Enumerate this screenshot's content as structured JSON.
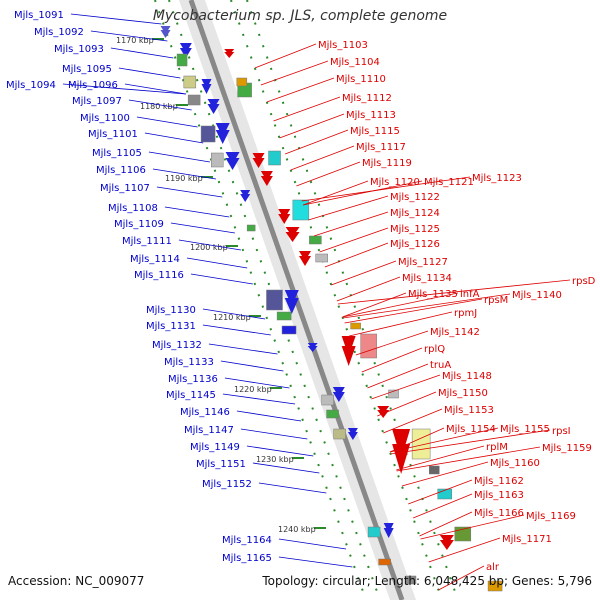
{
  "title": "Mycobacterium sp. JLS, complete genome",
  "footer": {
    "accession": "Accession: NC_009077",
    "stats": "Topology: circular; Length: 6,048,425 bp; Genes: 5,796"
  },
  "colors": {
    "left_labels": "#0000cc",
    "right_labels": "#dd0000",
    "backbone": "#888888",
    "ticks": "#2a8a2a"
  },
  "kbp_ticks": [
    "1170 kbp",
    "1180 kbp",
    "1190 kbp",
    "1200 kbp",
    "1210 kbp",
    "1220 kbp",
    "1230 kbp",
    "1240 kbp"
  ],
  "left_labels": [
    "Mjls_1091",
    "Mjls_1092",
    "Mjls_1093",
    "Mjls_1095",
    "Mjls_1094",
    "Mjls_1096",
    "Mjls_1097",
    "Mjls_1100",
    "Mjls_1101",
    "Mjls_1105",
    "Mjls_1106",
    "Mjls_1107",
    "Mjls_1108",
    "Mjls_1109",
    "Mjls_1111",
    "Mjls_1114",
    "Mjls_1116",
    "Mjls_1130",
    "Mjls_1131",
    "Mjls_1132",
    "Mjls_1133",
    "Mjls_1136",
    "Mjls_1145",
    "Mjls_1146",
    "Mjls_1147",
    "Mjls_1149",
    "Mjls_1151",
    "Mjls_1152",
    "Mjls_1164",
    "Mjls_1165"
  ],
  "right_labels": [
    "Mjls_1103",
    "Mjls_1104",
    "Mjls_1110",
    "Mjls_1112",
    "Mjls_1113",
    "Mjls_1115",
    "Mjls_1117",
    "Mjls_1119",
    "Mjls_1120",
    "Mjls_1121",
    "Mjls_1123",
    "Mjls_1122",
    "Mjls_1124",
    "Mjls_1125",
    "Mjls_1126",
    "Mjls_1127",
    "Mjls_1134",
    "rpsD",
    "Mjls_1135",
    "infA",
    "Mjls_1140",
    "rpsM",
    "rpmJ",
    "Mjls_1142",
    "rplQ",
    "truA",
    "Mjls_1148",
    "Mjls_1150",
    "Mjls_1153",
    "Mjls_1154",
    "Mjls_1155",
    "rpsI",
    "rplM",
    "Mjls_1159",
    "Mjls_1160",
    "Mjls_1162",
    "Mjls_1163",
    "Mjls_1166",
    "Mjls_1169",
    "Mjls_1171",
    "alr"
  ]
}
